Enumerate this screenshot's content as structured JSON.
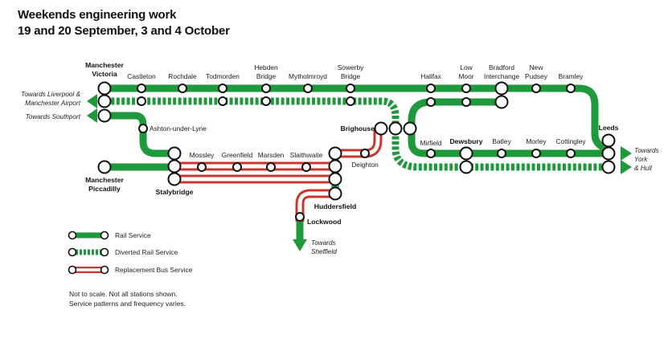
{
  "header": {
    "title": "Weekends engineering work",
    "subtitle": "19 and 20 September, 3 and 4 October"
  },
  "colors": {
    "rail": "#1e9a3c",
    "diverted": "#1e9a3c",
    "bus_fill": "#ffffff",
    "bus_border": "#c9372c",
    "station_fill": "#ffffff",
    "station_stroke": "#111111"
  },
  "destinations": {
    "liverpool_1": "Towards Liverpool &",
    "liverpool_2": "Manchester Airport",
    "southport": "Towards Southport",
    "sheffield_1": "Towards",
    "sheffield_2": "Sheffield",
    "york_1": "Towards",
    "york_2": "York",
    "york_3": "& Hull"
  },
  "stations": {
    "manchester_victoria_1": "Manchester",
    "manchester_victoria_2": "Victoria",
    "castleton": "Castleton",
    "rochdale": "Rochdale",
    "todmorden": "Todmorden",
    "hebden_1": "Hebden",
    "hebden_2": "Bridge",
    "mytholmroyd": "Mytholmroyd",
    "sowerby_1": "Sowerby",
    "sowerby_2": "Bridge",
    "halifax": "Halifax",
    "low_moor_1": "Low",
    "low_moor_2": "Moor",
    "bradford_1": "Bradford",
    "bradford_2": "Interchange",
    "new_pudsey_1": "New",
    "new_pudsey_2": "Pudsey",
    "bramley": "Bramley",
    "leeds": "Leeds",
    "ashton": "Ashton-under-Lyne",
    "brighouse": "Brighouse",
    "mirfield": "Mirfield",
    "dewsbury": "Dewsbury",
    "batley": "Batley",
    "morley": "Morley",
    "cottingley": "Cottingley",
    "mossley": "Mossley",
    "greenfield": "Greenfield",
    "marsden": "Marsden",
    "slaithwaite": "Slaithwaite",
    "deighton": "Deighton",
    "manchester_piccadilly_1": "Manchester",
    "manchester_piccadilly_2": "Piccadilly",
    "stalybridge": "Stalybridge",
    "huddersfield": "Huddersfield",
    "lockwood": "Lockwood"
  },
  "legend": {
    "rail": "Rail Service",
    "diverted": "Diverted Rail Service",
    "bus": "Replacement Bus Service"
  },
  "notes": {
    "line1": "Not to scale. Not all stations shown.",
    "line2": "Service patterns and frequency varies."
  }
}
